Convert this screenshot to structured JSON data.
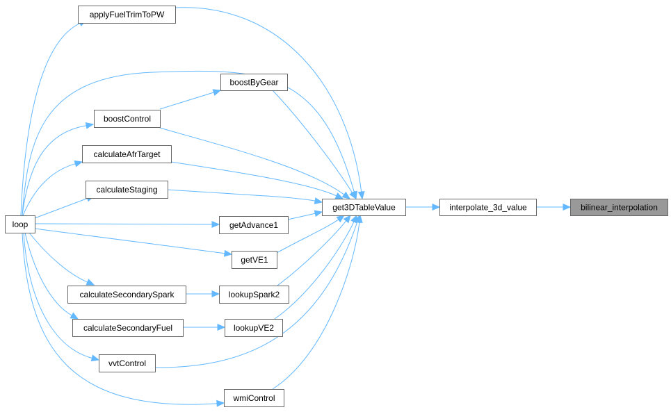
{
  "graph": {
    "edge_color": "#63b8ff",
    "highlight_fill": "#999999",
    "node_border": "#666666",
    "nodes": [
      {
        "id": "bilinear",
        "label": "bilinear_interpolation",
        "current": true
      },
      {
        "id": "interp3d",
        "label": "interpolate_3d_value"
      },
      {
        "id": "get3d",
        "label": "get3DTableValue"
      },
      {
        "id": "applyFuel",
        "label": "applyFuelTrimToPW"
      },
      {
        "id": "boostByGear",
        "label": "boostByGear"
      },
      {
        "id": "boostControl",
        "label": "boostControl"
      },
      {
        "id": "calcAfr",
        "label": "calculateAfrTarget"
      },
      {
        "id": "calcStaging",
        "label": "calculateStaging"
      },
      {
        "id": "getAdvance1",
        "label": "getAdvance1"
      },
      {
        "id": "getVE1",
        "label": "getVE1"
      },
      {
        "id": "lookupSpark2",
        "label": "lookupSpark2"
      },
      {
        "id": "calcSecSpark",
        "label": "calculateSecondarySpark"
      },
      {
        "id": "lookupVE2",
        "label": "lookupVE2"
      },
      {
        "id": "calcSecFuel",
        "label": "calculateSecondaryFuel"
      },
      {
        "id": "vvt",
        "label": "vvtControl"
      },
      {
        "id": "wmi",
        "label": "wmiControl"
      },
      {
        "id": "loop",
        "label": "loop"
      }
    ],
    "edges": [
      {
        "from": "interp3d",
        "to": "bilinear"
      },
      {
        "from": "get3d",
        "to": "interp3d"
      },
      {
        "from": "applyFuel",
        "to": "get3d"
      },
      {
        "from": "boostByGear",
        "to": "get3d"
      },
      {
        "from": "boostControl",
        "to": "get3d"
      },
      {
        "from": "boostControl",
        "to": "boostByGear"
      },
      {
        "from": "calcAfr",
        "to": "get3d"
      },
      {
        "from": "calcStaging",
        "to": "get3d"
      },
      {
        "from": "getAdvance1",
        "to": "get3d"
      },
      {
        "from": "getVE1",
        "to": "get3d"
      },
      {
        "from": "lookupSpark2",
        "to": "get3d"
      },
      {
        "from": "lookupVE2",
        "to": "get3d"
      },
      {
        "from": "vvt",
        "to": "get3d"
      },
      {
        "from": "wmi",
        "to": "get3d"
      },
      {
        "from": "loop",
        "to": "get3d"
      },
      {
        "from": "loop",
        "to": "applyFuel"
      },
      {
        "from": "loop",
        "to": "boostControl"
      },
      {
        "from": "loop",
        "to": "calcAfr"
      },
      {
        "from": "loop",
        "to": "calcStaging"
      },
      {
        "from": "loop",
        "to": "getAdvance1"
      },
      {
        "from": "loop",
        "to": "getVE1"
      },
      {
        "from": "loop",
        "to": "calcSecSpark"
      },
      {
        "from": "loop",
        "to": "calcSecFuel"
      },
      {
        "from": "loop",
        "to": "vvt"
      },
      {
        "from": "loop",
        "to": "wmi"
      },
      {
        "from": "calcSecSpark",
        "to": "lookupSpark2"
      },
      {
        "from": "calcSecFuel",
        "to": "lookupVE2"
      }
    ]
  }
}
